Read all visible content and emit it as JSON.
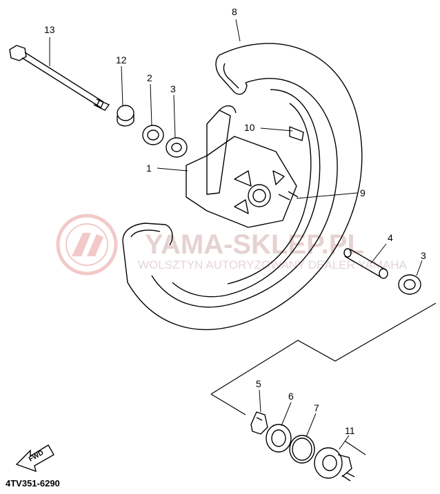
{
  "diagram": {
    "part_code": "4TV351-6290",
    "forward_label": "FWD",
    "callouts": [
      {
        "id": "c13",
        "label": "13"
      },
      {
        "id": "c12",
        "label": "12"
      },
      {
        "id": "c2",
        "label": "2"
      },
      {
        "id": "c3a",
        "label": "3"
      },
      {
        "id": "c8",
        "label": "8"
      },
      {
        "id": "c10",
        "label": "10"
      },
      {
        "id": "c1",
        "label": "1"
      },
      {
        "id": "c9",
        "label": "9"
      },
      {
        "id": "c4",
        "label": "4"
      },
      {
        "id": "c3b",
        "label": "3"
      },
      {
        "id": "c5",
        "label": "5"
      },
      {
        "id": "c6",
        "label": "6"
      },
      {
        "id": "c7",
        "label": "7"
      },
      {
        "id": "c11",
        "label": "11"
      }
    ]
  },
  "watermark": {
    "title": "YAMA-SKLEP.PL",
    "subtitle": "WOLSZTYN AUTORYZOWANY DEALER YAMAHA",
    "logo_icon": "yamaha-tuning-fork-logo",
    "color": "#e8c8c8"
  }
}
